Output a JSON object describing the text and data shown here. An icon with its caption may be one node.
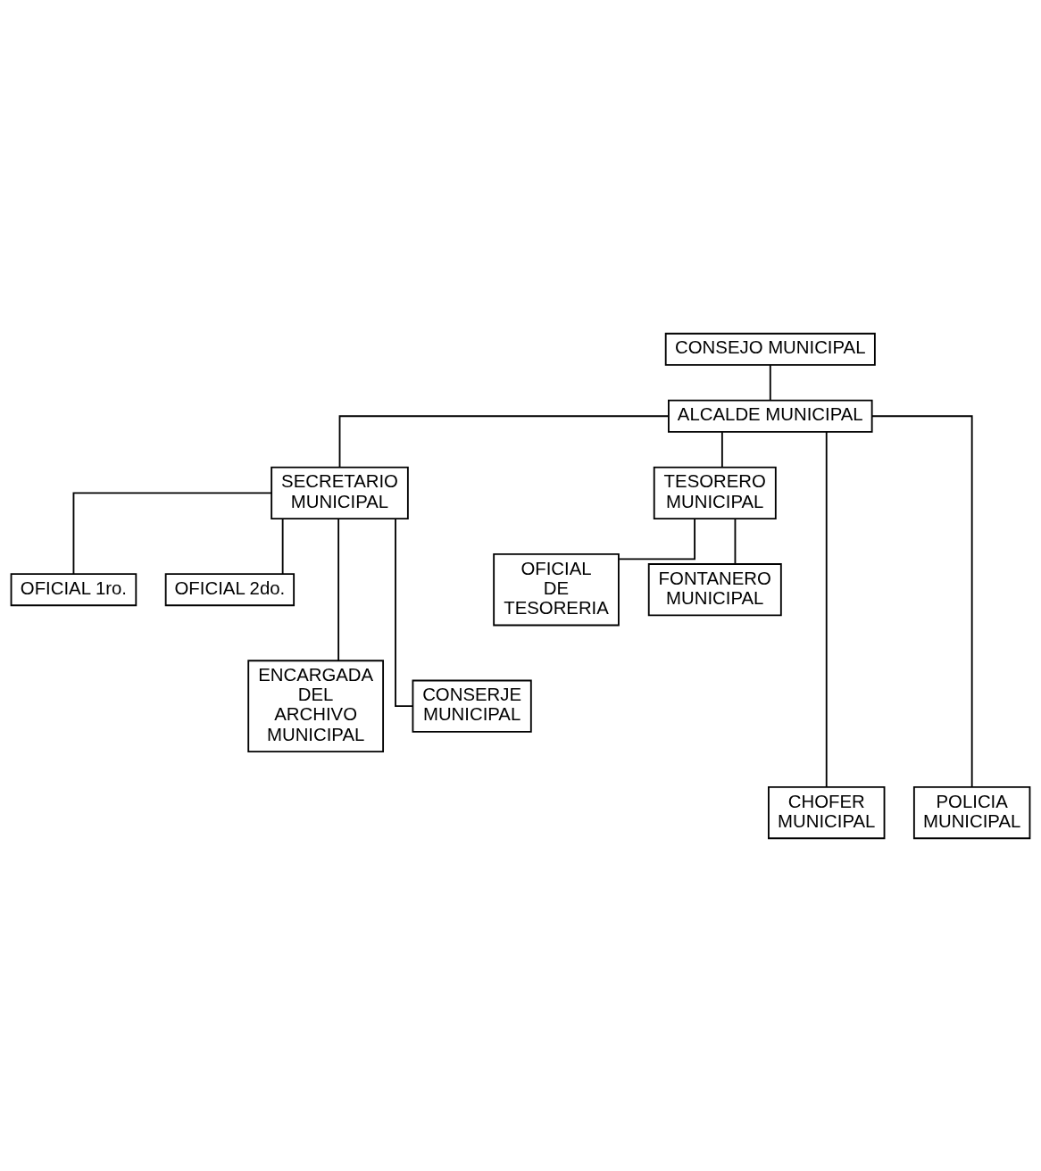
{
  "diagram": {
    "nodes": [
      {
        "text": [
          "CONSEJO MUNICIPAL"
        ]
      },
      {
        "text": [
          "ALCALDE MUNICIPAL"
        ]
      },
      {
        "text": [
          "SECRETARIO MUNICIPAL"
        ]
      },
      {
        "text": [
          "TESORERO MUNICIPAL"
        ]
      },
      {
        "text": [
          "OFICIAL 1ro."
        ]
      },
      {
        "text": [
          "OFICIAL 2do."
        ]
      },
      {
        "text": [
          "OFICIAL DE TESORERIA"
        ]
      },
      {
        "text": [
          "FONTANERO MUNICIPAL"
        ]
      },
      {
        "text": [
          "ENCARGADA DEL ARCHIVO MUNICIPAL"
        ]
      },
      {
        "text": [
          "CONSERJE MUNICIPAL"
        ]
      },
      {
        "text": [
          "CHOFER MUNICIPAL"
        ]
      },
      {
        "text": [
          "POLICIA MUNICIPAL"
        ]
      }
    ],
    "edges": [
      {
        "from": 0,
        "to": 1,
        "arrow": "none"
      },
      {
        "from": 1,
        "to": 2,
        "arrow": "none"
      },
      {
        "from": 1,
        "to": 3,
        "arrow": "none"
      },
      {
        "from": 2,
        "to": 4,
        "arrow": "none"
      },
      {
        "from": 2,
        "to": 5,
        "arrow": "none"
      },
      {
        "from": 3,
        "to": 6,
        "arrow": "none"
      },
      {
        "from": 3,
        "to": 7,
        "arrow": "none"
      },
      {
        "from": 2,
        "to": 8,
        "arrow": "none"
      },
      {
        "from": 2,
        "to": 9,
        "arrow": "none"
      },
      {
        "from": 1,
        "to": 10,
        "arrow": "none"
      },
      {
        "from": 1,
        "to": 11,
        "arrow": "none"
      }
    ]
  }
}
